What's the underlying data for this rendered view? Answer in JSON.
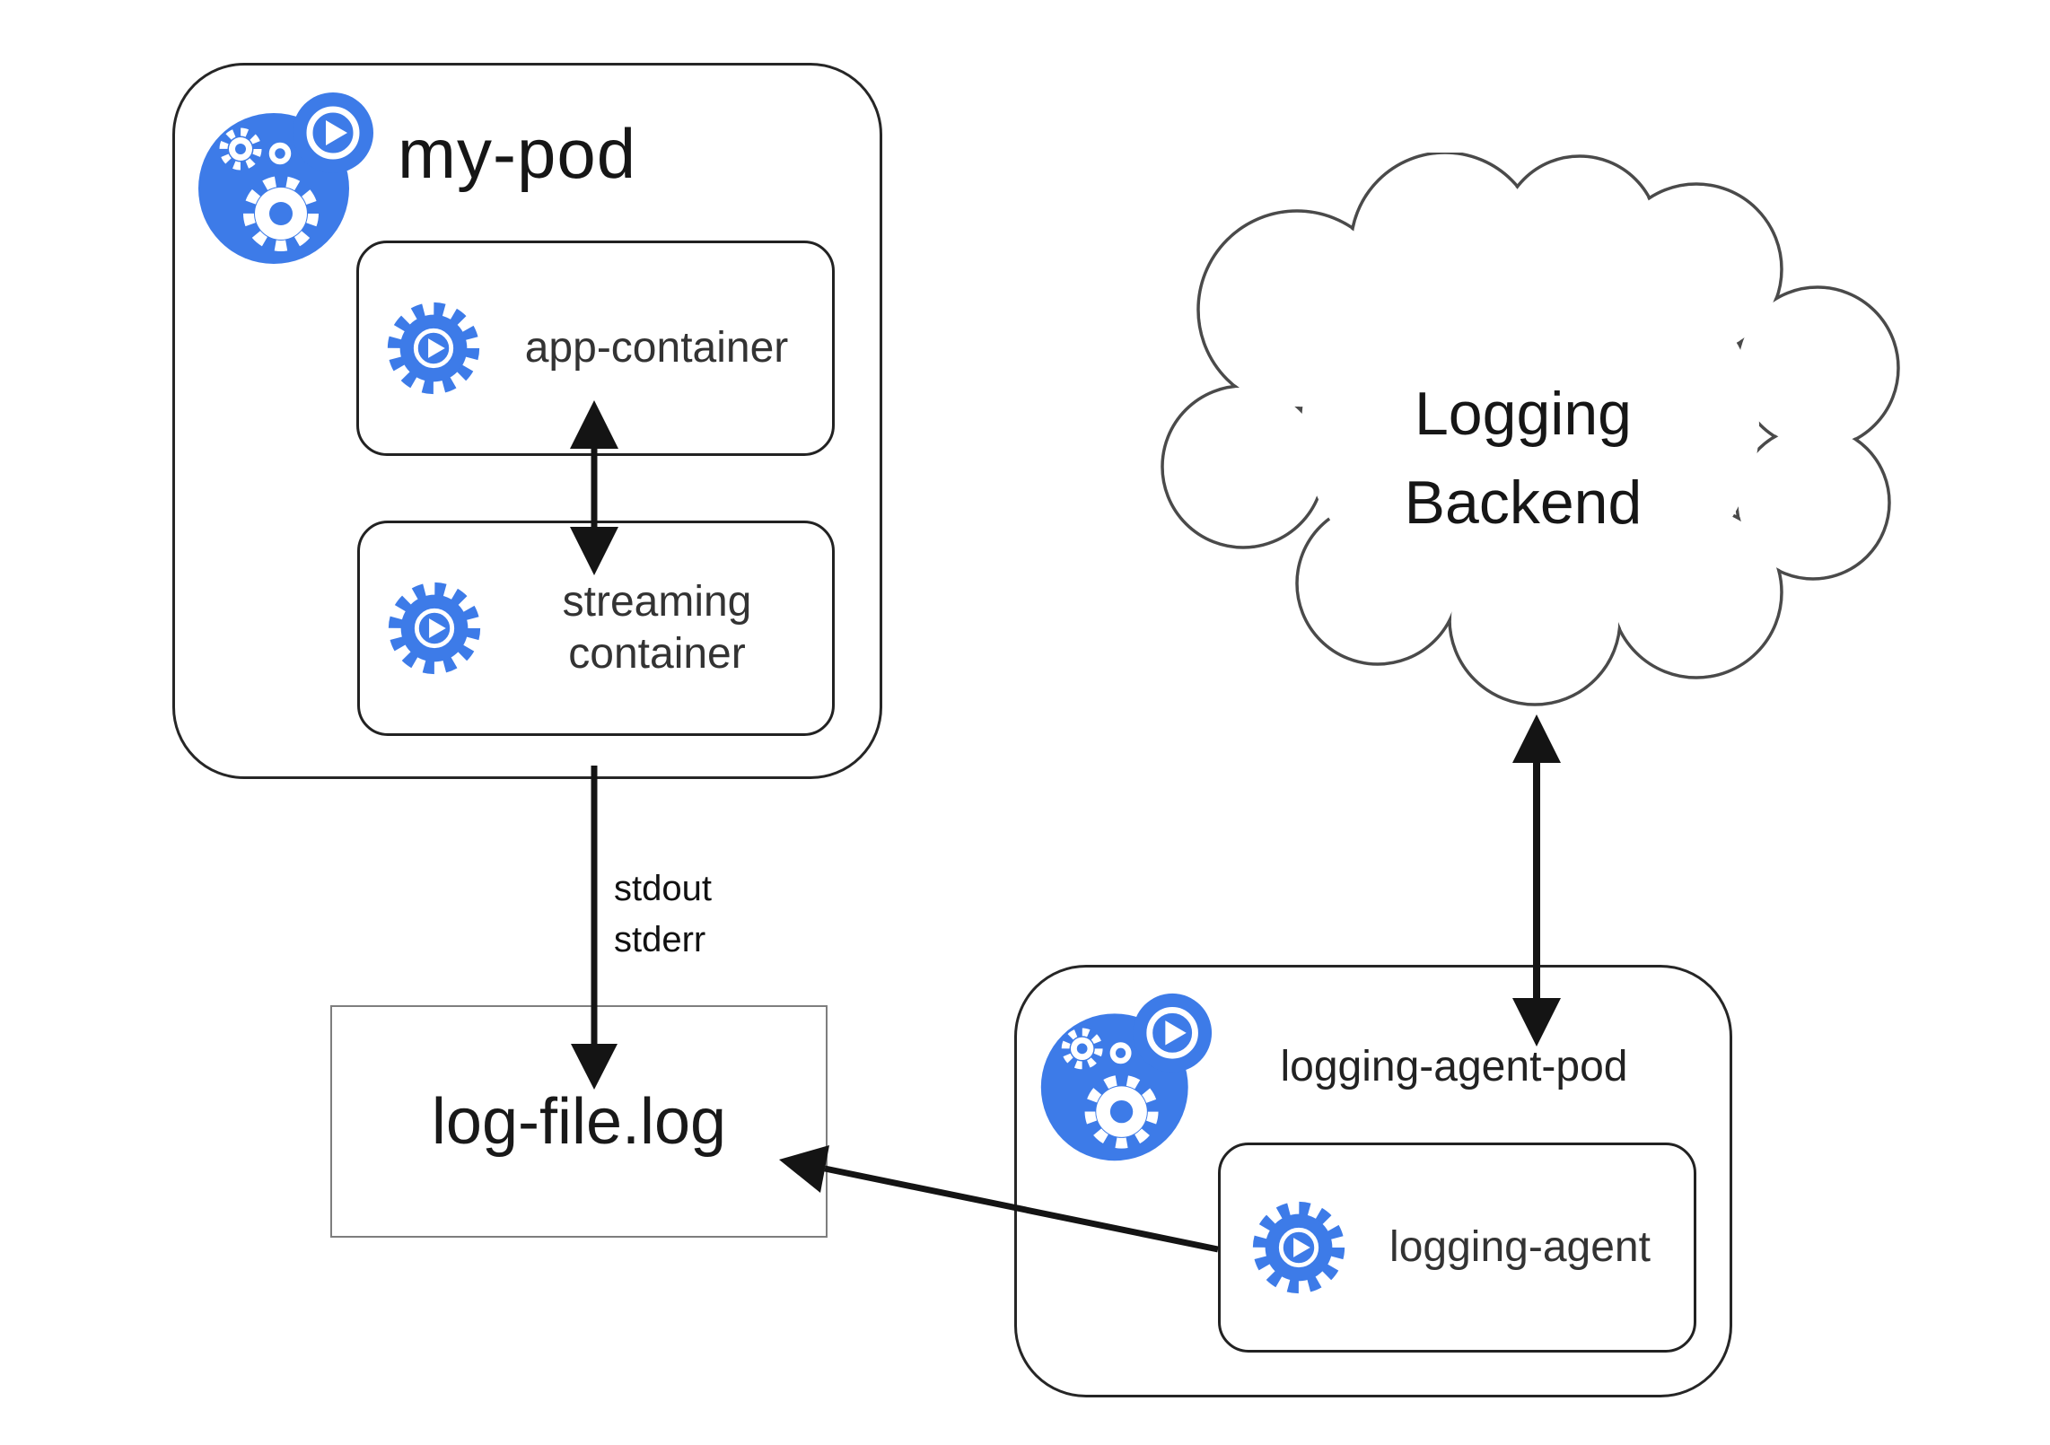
{
  "colors": {
    "accent_blue": "#3d7be8",
    "outline_dark": "#262626",
    "outline_gray": "#7e7e7e",
    "arrow_black": "#141414",
    "background": "#ffffff"
  },
  "my_pod": {
    "title": "my-pod",
    "containers": [
      {
        "label": "app-container"
      },
      {
        "label": "streaming container"
      }
    ]
  },
  "flows": {
    "stdout_label": "stdout\nstderr"
  },
  "log_file": {
    "label": "log-file.log"
  },
  "logging_backend": {
    "label": "Logging\nBackend"
  },
  "logging_agent_pod": {
    "title": "logging-agent-pod",
    "containers": [
      {
        "label": "logging-agent"
      }
    ]
  },
  "icons": {
    "pod": "kubernetes-pod-icon",
    "container": "container-gear-play-icon",
    "badge": "play-badge-icon"
  }
}
